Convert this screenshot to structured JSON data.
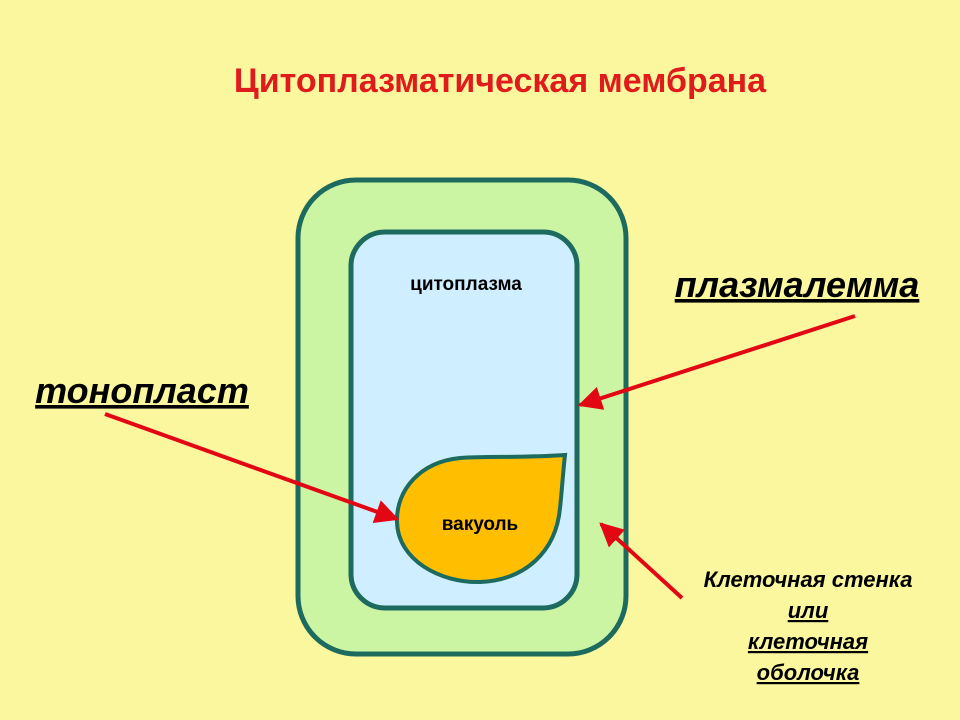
{
  "title": "Цитоплазматическая мембрана",
  "labels": {
    "cytoplasm": "цитоплазма",
    "vacuole": "вакуоль",
    "plasmalemma": "плазмалемма",
    "tonoplast": "тонопласт",
    "cell_wall_line1": "Клеточная стенка",
    "cell_wall_line2": "или",
    "cell_wall_line3": "клеточная",
    "cell_wall_line4": "оболочка"
  },
  "colors": {
    "background": "#fbf79f",
    "title": "#e01b1b",
    "cell_wall_fill": "#ccf5a3",
    "cytoplasm_fill": "#cfeeff",
    "vacuole_fill": "#ffbf00",
    "outline": "#1c6b5e",
    "arrow": "#e30613"
  }
}
